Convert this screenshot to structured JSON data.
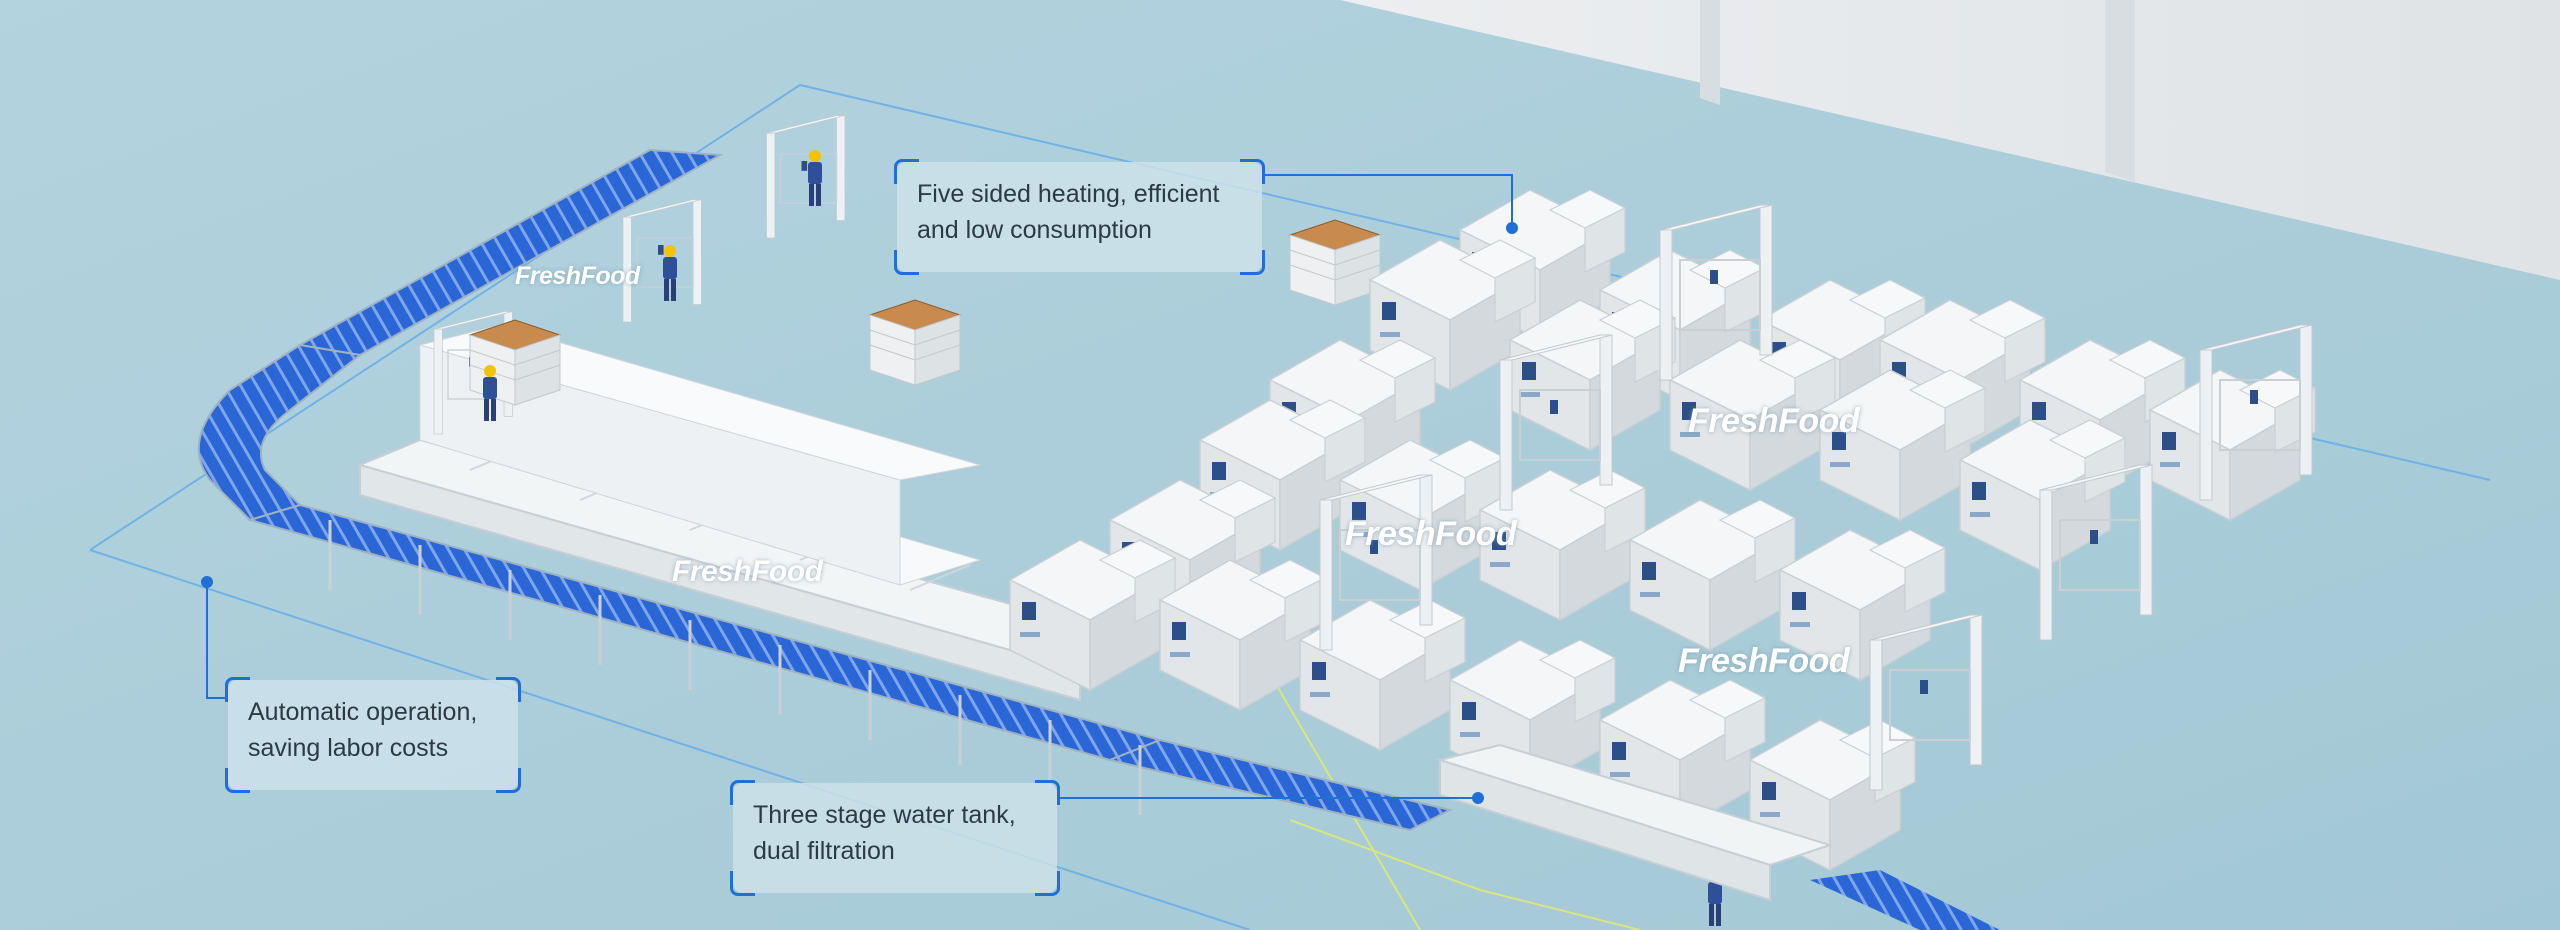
{
  "brand": {
    "name": "FreshFood"
  },
  "callouts": [
    {
      "id": "heating",
      "lines": [
        "Five sided heating, efficient",
        "and low consumption"
      ]
    },
    {
      "id": "automation",
      "lines": [
        "Automatic operation,",
        "saving labor costs"
      ]
    },
    {
      "id": "water-tank",
      "lines": [
        "Three stage water tank,",
        "dual filtration"
      ]
    }
  ],
  "colors": {
    "floor": "#a9ccd8",
    "wall": "#e9ecee",
    "accent": "#1f6fd6",
    "conveyor": "#1e5fd0",
    "machine": "#eef1f3"
  }
}
